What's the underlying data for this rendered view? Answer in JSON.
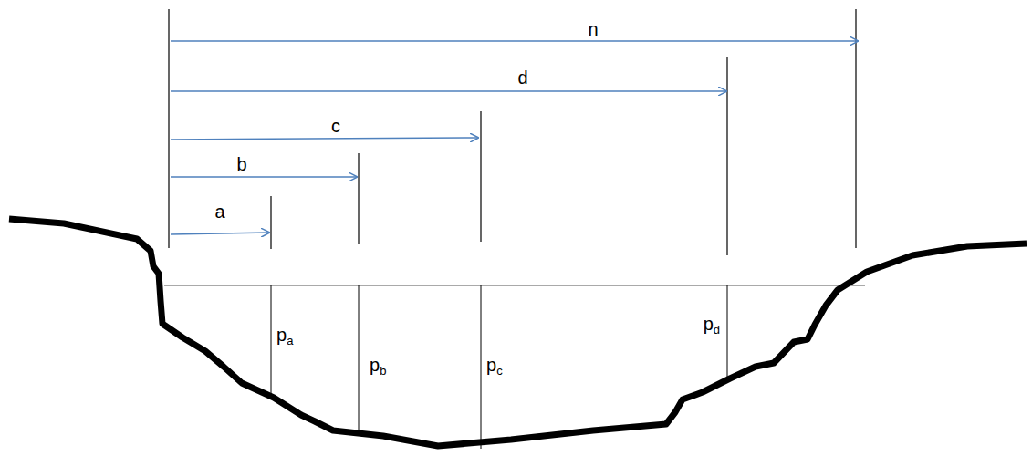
{
  "diagram": {
    "labels": [
      "n",
      "d",
      "c",
      "b",
      "a",
      "pa",
      "pb",
      "pc",
      "pd"
    ]
  }
}
